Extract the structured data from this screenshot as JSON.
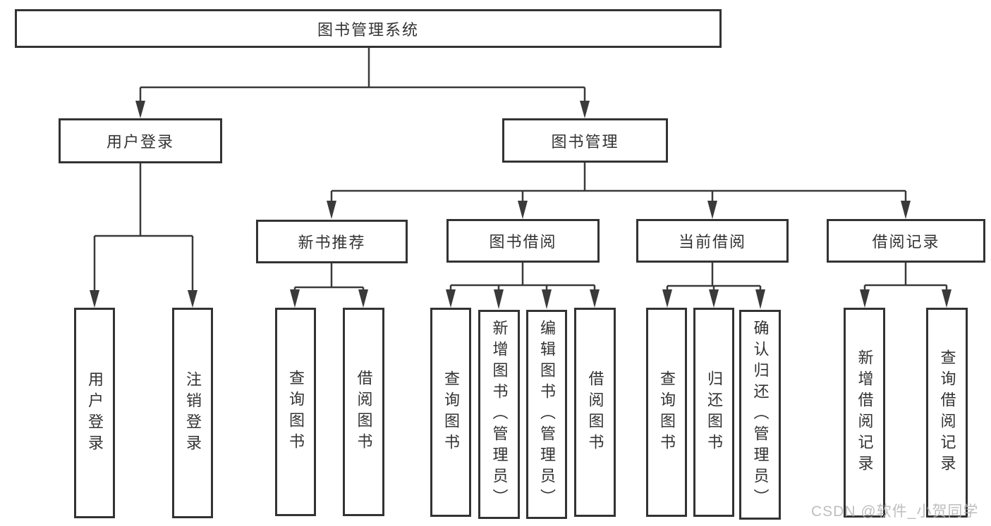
{
  "tree": {
    "root": {
      "label": "图书管理系统"
    },
    "branches": [
      {
        "label": "用户登录",
        "children": [
          {
            "label": "用户登录"
          },
          {
            "label": "注销登录"
          }
        ]
      },
      {
        "label": "图书管理",
        "children": [
          {
            "label": "新书推荐",
            "children": [
              {
                "label": "查询图书"
              },
              {
                "label": "借阅图书"
              }
            ]
          },
          {
            "label": "图书借阅",
            "children": [
              {
                "label": "查询图书"
              },
              {
                "label": "新增图书（管理员）"
              },
              {
                "label": "编辑图书（管理员）"
              },
              {
                "label": "借阅图书"
              }
            ]
          },
          {
            "label": "当前借阅",
            "children": [
              {
                "label": "查询图书"
              },
              {
                "label": "归还图书"
              },
              {
                "label": "确认归还（管理员）"
              }
            ]
          },
          {
            "label": "借阅记录",
            "children": [
              {
                "label": "新增借阅记录"
              },
              {
                "label": "查询借阅记录"
              }
            ]
          }
        ]
      }
    ]
  },
  "watermark": "CSDN @软件_小贺同学",
  "colors": {
    "line": "#3a3a3a",
    "box_border": "#333333",
    "text": "#333333",
    "watermark": "#b3b3b3",
    "background": "#ffffff"
  }
}
